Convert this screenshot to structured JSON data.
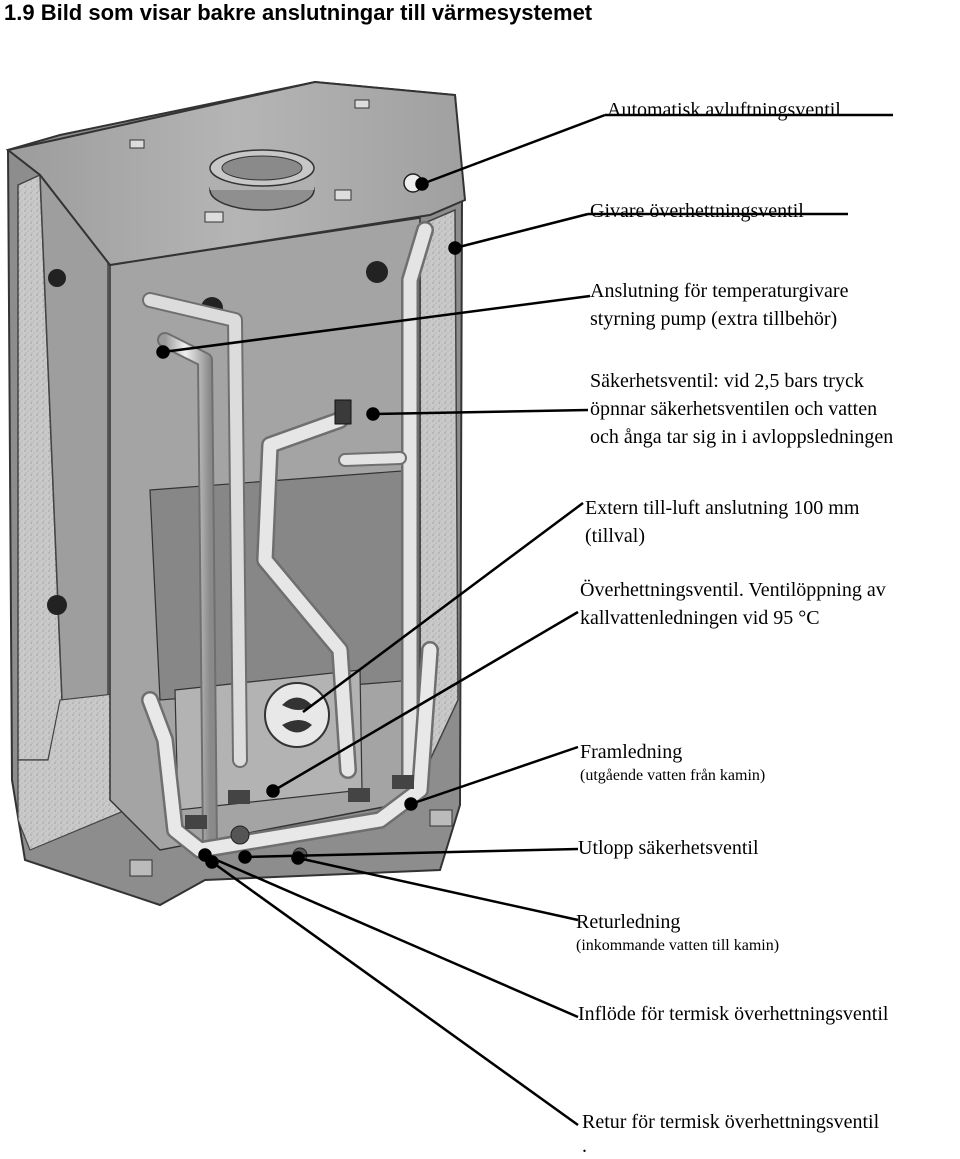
{
  "page": {
    "title": "1.9 Bild som visar bakre anslutningar till värmesystemet"
  },
  "labels": [
    {
      "id": "automatisk",
      "lines": [
        "Automatisk avluftningsventil"
      ]
    },
    {
      "id": "givare",
      "lines": [
        "Givare överhettningsventil"
      ]
    },
    {
      "id": "anslutning",
      "lines": [
        "Anslutning för temperaturgivare",
        "styrning pump (extra tillbehör)"
      ]
    },
    {
      "id": "sakerhet",
      "lines": [
        "Säkerhetsventil: vid 2,5 bars tryck",
        "öpnnar säkerhetsventilen och vatten",
        "och ånga tar sig in i avloppsledningen"
      ]
    },
    {
      "id": "extern",
      "lines": [
        "Extern till-luft anslutning 100 mm",
        "(tillval)"
      ]
    },
    {
      "id": "overhettning",
      "lines": [
        "Överhettningsventil. Ventilöppning av",
        "kallvattenledningen vid 95 °C"
      ]
    },
    {
      "id": "framledning",
      "lines": [
        "Framledning",
        "(utgående vatten från kamin)"
      ]
    },
    {
      "id": "utlopp",
      "lines": [
        "Utlopp säkerhetsventil"
      ]
    },
    {
      "id": "returledning",
      "lines": [
        "Returledning",
        "(inkommande vatten till kamin)"
      ]
    },
    {
      "id": "infl",
      "lines": [
        "Inflöde för termisk överhettningsventil"
      ]
    },
    {
      "id": "retur",
      "lines": [
        "Retur för termisk överhettningsventil",
        "."
      ]
    }
  ],
  "colors": {
    "panel": "#a7a7a7",
    "panel_dark": "#7c7c7c",
    "insulation": "#c8c8c8",
    "pipe": "#d9d9d9",
    "pipe_edge": "#8a8a8a",
    "leader": "#000000"
  }
}
